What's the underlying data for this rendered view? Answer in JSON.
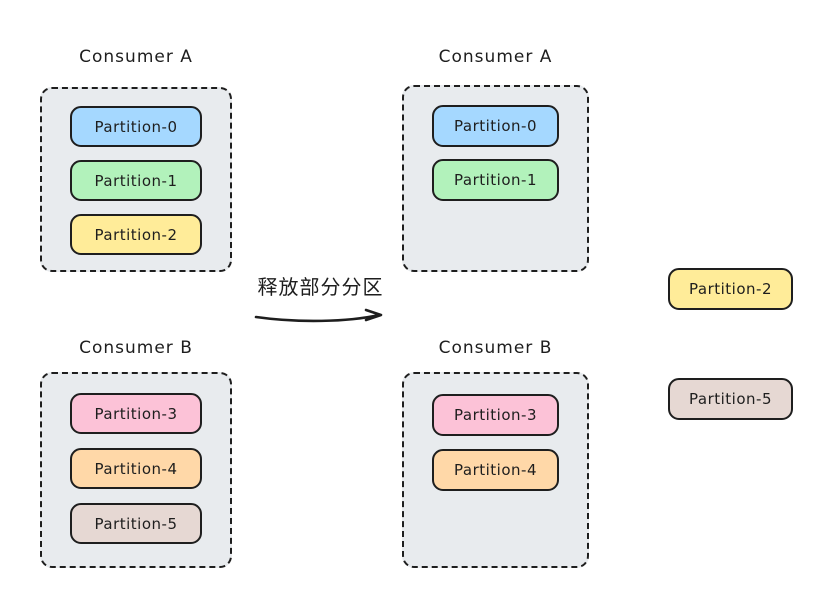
{
  "annotation": {
    "label": "释放部分分区"
  },
  "before": {
    "consumer_a": {
      "label": "Consumer A",
      "partitions": [
        {
          "label": "Partition-0",
          "color": "#a5d8ff"
        },
        {
          "label": "Partition-1",
          "color": "#b2f2bb"
        },
        {
          "label": "Partition-2",
          "color": "#ffec99"
        }
      ]
    },
    "consumer_b": {
      "label": "Consumer B",
      "partitions": [
        {
          "label": "Partition-3",
          "color": "#fcc2d7"
        },
        {
          "label": "Partition-4",
          "color": "#ffd8a8"
        },
        {
          "label": "Partition-5",
          "color": "#e6d8d3"
        }
      ]
    }
  },
  "after": {
    "consumer_a": {
      "label": "Consumer A",
      "partitions": [
        {
          "label": "Partition-0",
          "color": "#a5d8ff"
        },
        {
          "label": "Partition-1",
          "color": "#b2f2bb"
        }
      ]
    },
    "consumer_b": {
      "label": "Consumer B",
      "partitions": [
        {
          "label": "Partition-3",
          "color": "#fcc2d7"
        },
        {
          "label": "Partition-4",
          "color": "#ffd8a8"
        }
      ]
    }
  },
  "released": {
    "partitions": [
      {
        "label": "Partition-2",
        "color": "#ffec99"
      },
      {
        "label": "Partition-5",
        "color": "#e6d8d3"
      }
    ]
  },
  "colors": {
    "group_fill": "#e8ebee",
    "stroke": "#1e1e1e",
    "background": "#ffffff"
  }
}
